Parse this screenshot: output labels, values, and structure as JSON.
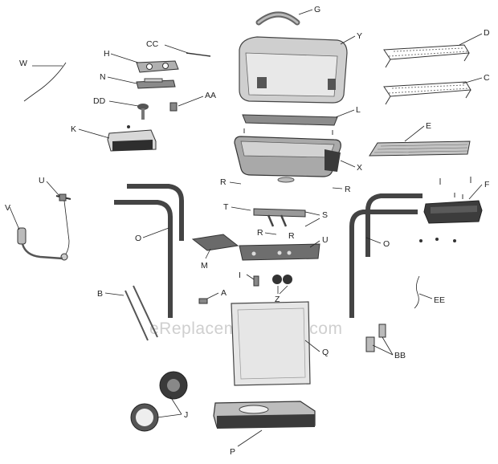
{
  "watermark": "eReplacementParts.com",
  "labels": {
    "G": "G",
    "CC": "CC",
    "H": "H",
    "N": "N",
    "W": "W",
    "DD": "DD",
    "AA": "AA",
    "K": "K",
    "Y": "Y",
    "D": "D",
    "C": "C",
    "L": "L",
    "E": "E",
    "X": "X",
    "U_left": "U",
    "V": "V",
    "R_1": "R",
    "R_2": "R",
    "R_3": "R",
    "R_4": "R",
    "T": "T",
    "S": "S",
    "F": "F",
    "O_left": "O",
    "O_right": "O",
    "M": "M",
    "U_center": "U",
    "I": "I",
    "Z": "Z",
    "B": "B",
    "A": "A",
    "EE": "EE",
    "Q": "Q",
    "BB": "BB",
    "J": "J",
    "P": "P"
  }
}
